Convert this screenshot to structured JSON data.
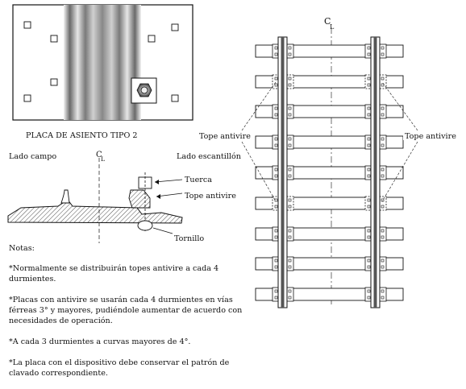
{
  "plate": {
    "caption": "PLACA DE ASIENTO TIPO 2"
  },
  "section": {
    "left_label": "Lado campo",
    "center_mark": "C",
    "center_mark_sub": "L",
    "right_label": "Lado escantillón",
    "callouts": [
      "Tuerca",
      "Tope antivire",
      "Tornillo"
    ]
  },
  "notes": {
    "heading": "Notas:",
    "items": [
      "*Normalmente se distribuirán topes antivire a cada 4 durmientes.",
      "*Placas con antivire se usarán cada 4 durmientes en vías férreas 3° y mayores, pudiéndole aumentar de acuerdo con necesidades de operación.",
      "*A cada 3 durmientes a curvas mayores de 4°.",
      "*La placa con el dispositivo debe conservar el patrón de clavado correspondiente."
    ]
  },
  "plan": {
    "center_mark": "C",
    "center_mark_sub": "L",
    "left_label": "Tope antivire",
    "right_label": "Tope antivire"
  },
  "colors": {
    "line": "#111111",
    "rail_dark": "#555555",
    "rail_light": "#d8d8d8"
  }
}
